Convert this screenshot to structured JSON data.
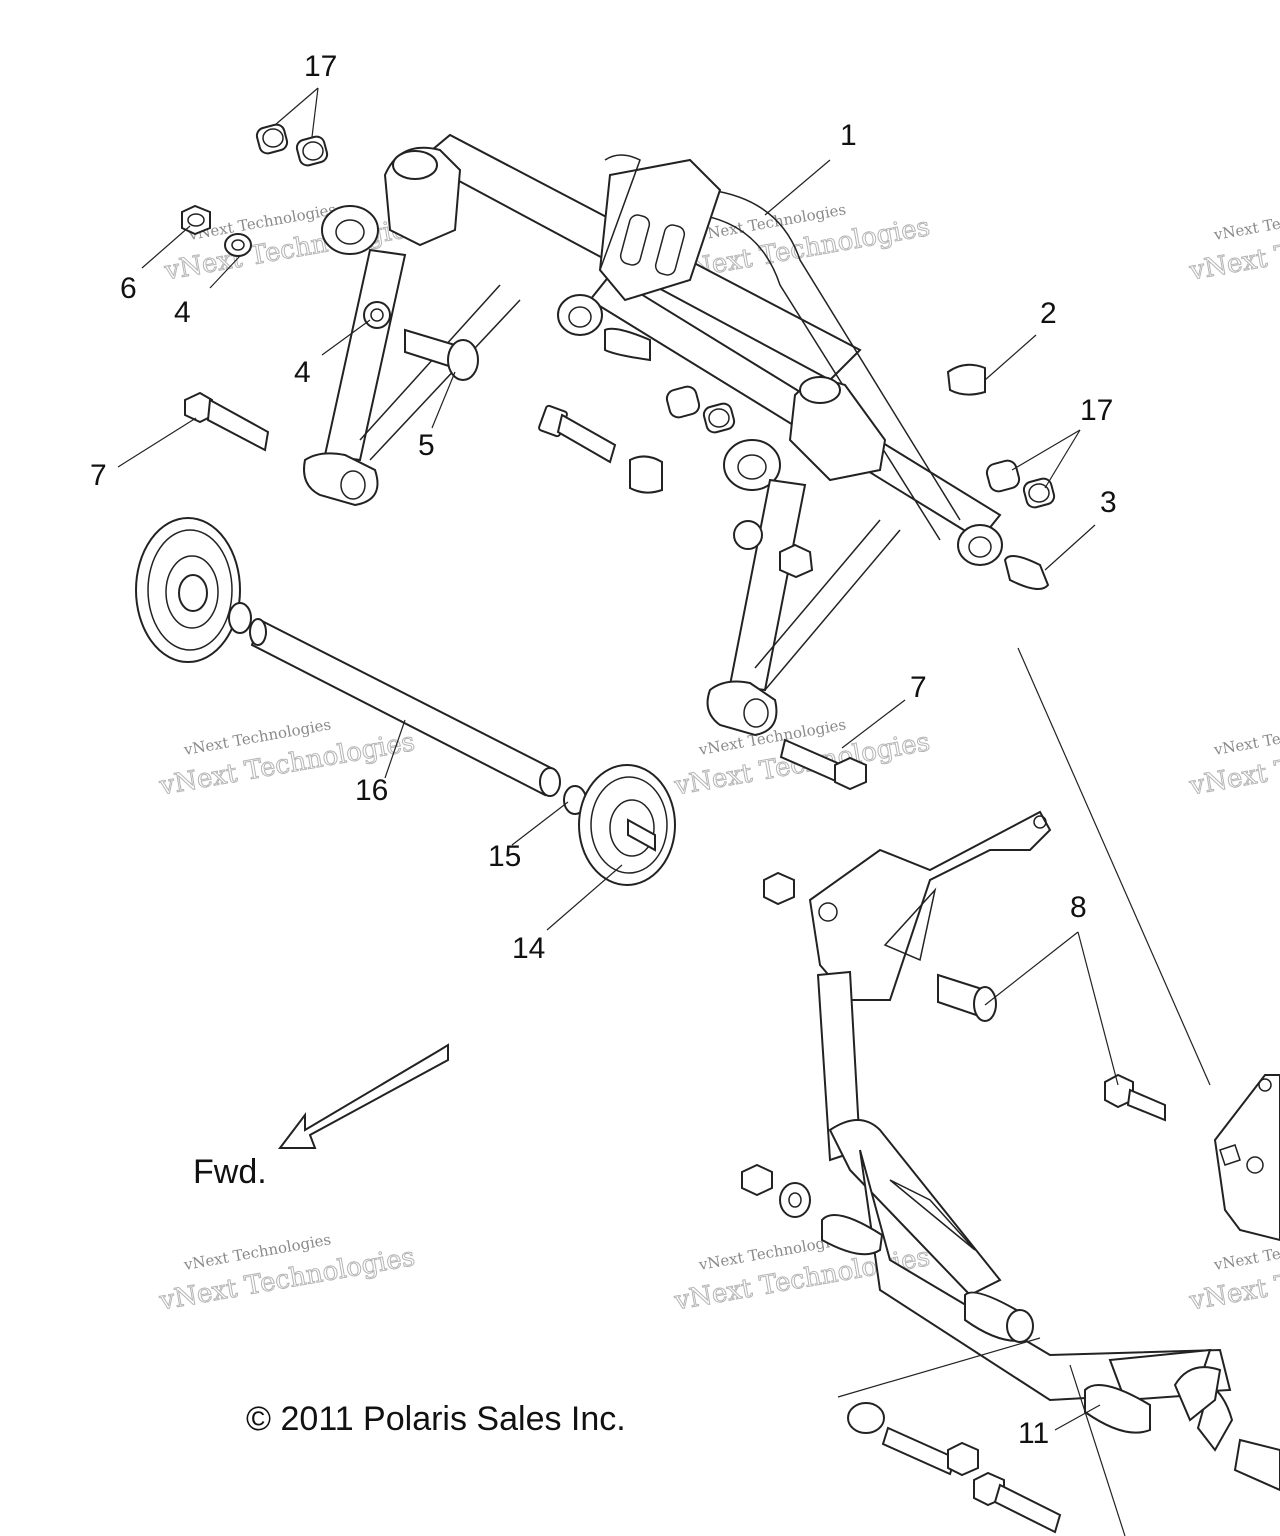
{
  "diagram": {
    "callouts": [
      {
        "id": "c17a",
        "text": "17"
      },
      {
        "id": "c1",
        "text": "1"
      },
      {
        "id": "c6",
        "text": "6"
      },
      {
        "id": "c4a",
        "text": "4"
      },
      {
        "id": "c4b",
        "text": "4"
      },
      {
        "id": "c2",
        "text": "2"
      },
      {
        "id": "c17b",
        "text": "17"
      },
      {
        "id": "c5",
        "text": "5"
      },
      {
        "id": "c7a",
        "text": "7"
      },
      {
        "id": "c3",
        "text": "3"
      },
      {
        "id": "c7b",
        "text": "7"
      },
      {
        "id": "c16",
        "text": "16"
      },
      {
        "id": "c15",
        "text": "15"
      },
      {
        "id": "c14",
        "text": "14"
      },
      {
        "id": "c8",
        "text": "8"
      },
      {
        "id": "c11",
        "text": "11"
      }
    ],
    "direction_label": "Fwd.",
    "copyright": "© 2011 Polaris Sales Inc.",
    "watermark": {
      "line1": "vNext Technologies",
      "line2": "vNext Technologies"
    }
  },
  "colors": {
    "line": "#222222",
    "watermark": "#8a8a8a"
  }
}
